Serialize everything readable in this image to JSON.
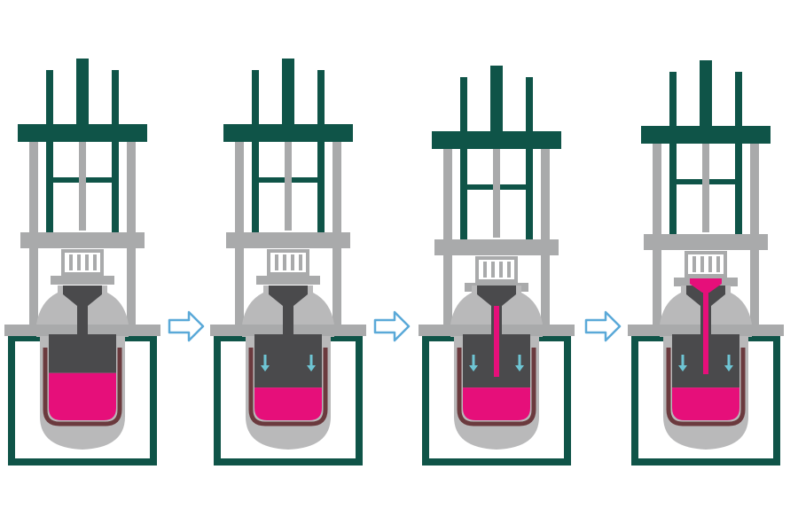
{
  "diagram": {
    "colors": {
      "background": "#ffffff",
      "frame_green": "#0f5448",
      "rod_gray": "#a9aaab",
      "vessel_gray": "#b9b9ba",
      "die_dark": "#4a4a4c",
      "crucible_brown": "#6b3a3e",
      "melt_magenta": "#e60f7a",
      "arrow_blue": "#5aa9d8",
      "down_arrow_teal": "#6ec5d4"
    },
    "stages": [
      {
        "id": "stage-1",
        "melt_level": 0.65,
        "tube_filled": false,
        "mold_filled": false,
        "press_arrows": false
      },
      {
        "id": "stage-2",
        "melt_level": 0.45,
        "tube_filled": false,
        "mold_filled": false,
        "press_arrows": true
      },
      {
        "id": "stage-3",
        "melt_level": 0.45,
        "tube_filled": true,
        "mold_filled": false,
        "press_arrows": true
      },
      {
        "id": "stage-4",
        "melt_level": 0.45,
        "tube_filled": true,
        "mold_filled": true,
        "press_arrows": true
      }
    ],
    "transition_arrows": [
      {
        "from": "stage-1",
        "to": "stage-2",
        "icon": "right-arrow-icon"
      },
      {
        "from": "stage-2",
        "to": "stage-3",
        "icon": "right-arrow-icon"
      },
      {
        "from": "stage-3",
        "to": "stage-4",
        "icon": "right-arrow-icon"
      }
    ]
  }
}
